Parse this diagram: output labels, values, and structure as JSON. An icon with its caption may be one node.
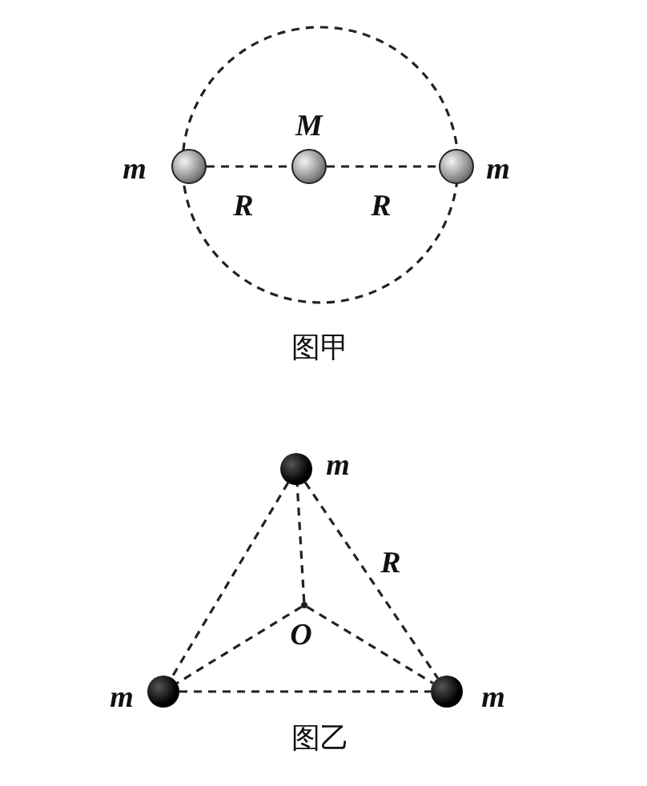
{
  "diagram": {
    "nodes": [
      {
        "text": [],
        "shape": "circle",
        "beside": [
          "m"
        ]
      },
      {
        "text": [],
        "shape": "circle",
        "beside": [
          "M"
        ]
      },
      {
        "text": [],
        "shape": "circle",
        "beside": [
          "m"
        ]
      },
      {
        "text": [],
        "shape": "circle",
        "beside": [
          "m"
        ]
      },
      {
        "text": [],
        "shape": "circle",
        "beside": [
          "m"
        ]
      },
      {
        "text": [],
        "shape": "circle",
        "beside": [
          "m"
        ]
      },
      {
        "text": [],
        "shape": "circle",
        "beside": [
          "O"
        ]
      }
    ],
    "edges": [
      {
        "from": 0,
        "to": 1,
        "arrow": "none",
        "style": "dashed",
        "label": "R"
      },
      {
        "from": 1,
        "to": 2,
        "arrow": "none",
        "style": "dashed",
        "label": "R"
      },
      {
        "from": 3,
        "to": 4,
        "arrow": "none",
        "style": "dashed"
      },
      {
        "from": 3,
        "to": 5,
        "arrow": "none",
        "style": "dashed",
        "label": "R"
      },
      {
        "from": 4,
        "to": 5,
        "arrow": "none",
        "style": "dashed"
      },
      {
        "from": 6,
        "to": 3,
        "arrow": "none",
        "style": "dashed"
      },
      {
        "from": 6,
        "to": 4,
        "arrow": "none",
        "style": "dashed"
      },
      {
        "from": 6,
        "to": 5,
        "arrow": "none",
        "style": "dashed"
      }
    ],
    "labels": [
      "图甲",
      "图乙"
    ]
  }
}
